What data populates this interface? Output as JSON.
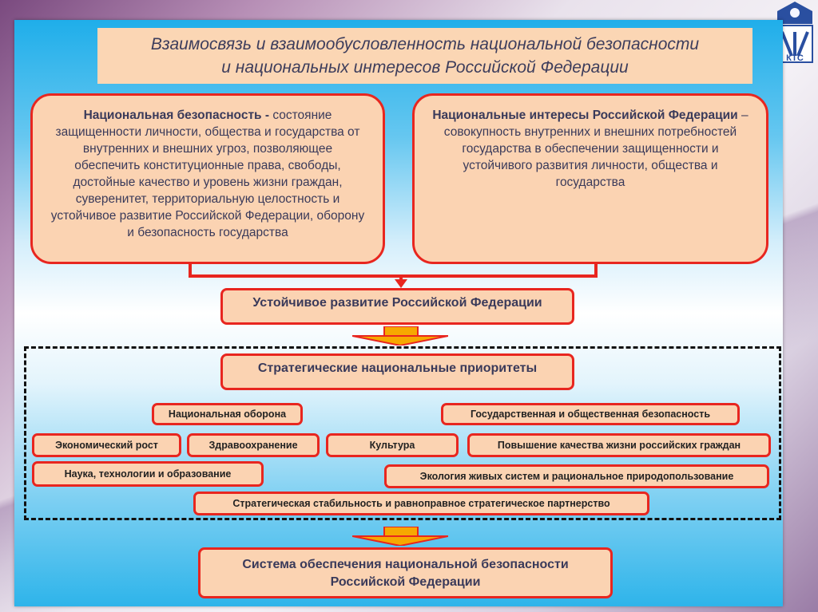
{
  "title": {
    "line1": "Взаимосвязь и взаимообусловленность национальной безопасности",
    "line2": "и национальных интересов Российской Федерации"
  },
  "definitions": {
    "security": {
      "term": "Национальная безопасность -",
      "text": " состояние защищенности личности, общества и государства от внутренних и внешних угроз, позволяющее обеспечить конституционные права, свободы, достойные качество и уровень жизни граждан, суверенитет, территориальную целостность и устойчивое развитие Российской Федерации, оборону и безопасность государства"
    },
    "interests": {
      "term": "Национальные интересы Российской Федерации",
      "text": " – совокупность внутренних и внешних потребностей государства в обеспечении защищенности и устойчивого развития личности, общества и государства"
    }
  },
  "development": "Устойчивое развитие Российской Федерации",
  "priorities_header": "Стратегические национальные приоритеты",
  "priorities": {
    "defense": "Национальная оборона",
    "state_security": "Государственная и общественная безопасность",
    "economy": "Экономический рост",
    "health": "Здравоохранение",
    "culture": "Культура",
    "quality_of_life": "Повышение качества жизни российских граждан",
    "science": "Наука, технологии и образование",
    "ecology": "Экология живых систем и рациональное природопользование",
    "stability": "Стратегическая стабильность и равноправное стратегическое партнерство"
  },
  "system": {
    "line1": "Система обеспечения национальной безопасности",
    "line2": "Российской Федерации"
  },
  "logo_text": "КТС",
  "colors": {
    "box_fill": "#fbd3b2",
    "border": "#e8261f",
    "arrow_fill": "#f7a800"
  }
}
